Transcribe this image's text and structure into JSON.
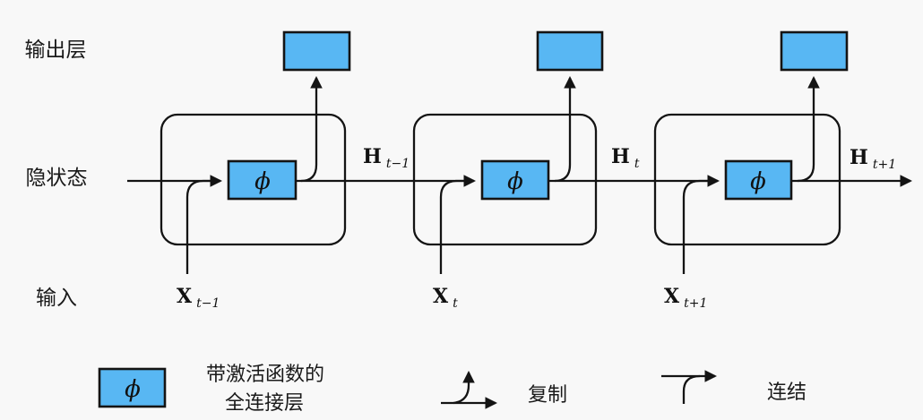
{
  "colors": {
    "box_fill": "#58b7f3",
    "line": "#141414",
    "background": "#f8f8f8"
  },
  "rows": {
    "output_label": "输出层",
    "hidden_label": "隐状态",
    "input_label": "输入"
  },
  "phi_symbol": "ϕ",
  "hidden_labels": [
    {
      "main": "H",
      "sub": "t−1"
    },
    {
      "main": "H",
      "sub": "t"
    },
    {
      "main": "H",
      "sub": "t+1"
    }
  ],
  "input_labels": [
    {
      "main": "X",
      "sub": "t−1"
    },
    {
      "main": "X",
      "sub": "t"
    },
    {
      "main": "X",
      "sub": "t+1"
    }
  ],
  "legend": {
    "fc_label_line1": "带激活函数的",
    "fc_label_line2": "全连接层",
    "copy_label": "复制",
    "concat_label": "连结"
  }
}
